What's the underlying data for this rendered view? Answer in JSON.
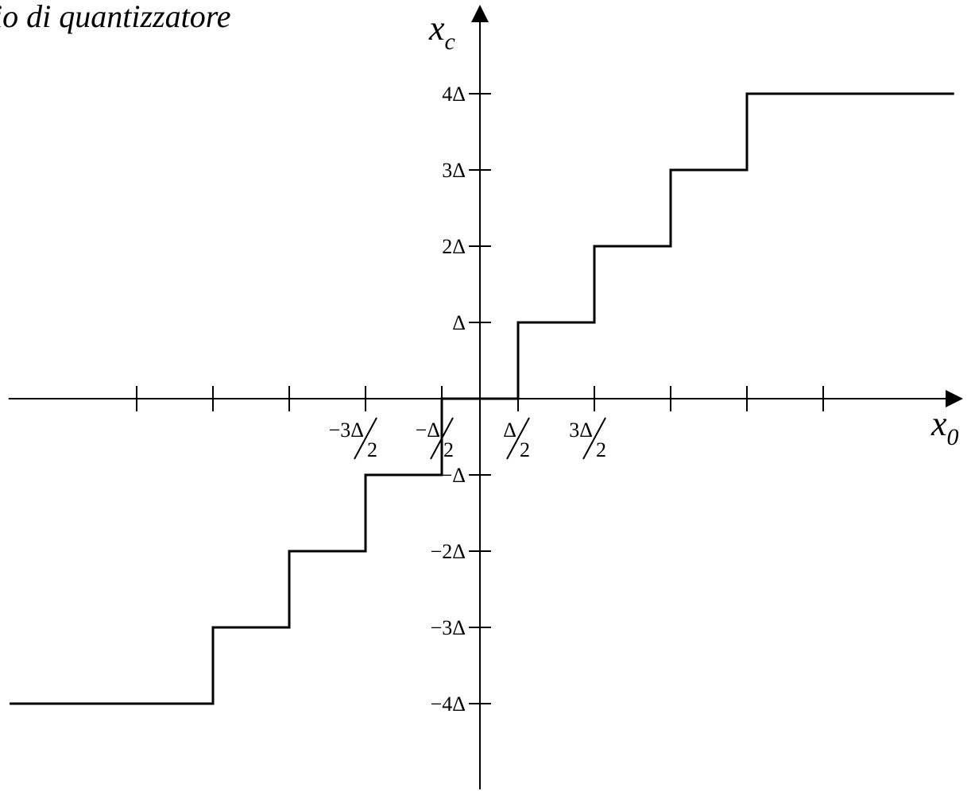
{
  "chart_data": {
    "type": "line",
    "title": "io di quantizzatore",
    "xlabel": {
      "base": "x",
      "sub": "0"
    },
    "ylabel": {
      "base": "x",
      "sub": "c"
    },
    "unit_symbol": "Δ",
    "xlim": [
      -6.2,
      6.2
    ],
    "ylim": [
      -5.2,
      5.2
    ],
    "x_ticks": [
      -4.5,
      -3.5,
      -2.5,
      -1.5,
      -0.5,
      0.5,
      1.5,
      2.5,
      3.5,
      4.5
    ],
    "x_tick_labels": [
      {
        "x": -1.5,
        "num": "−3Δ",
        "den": "2"
      },
      {
        "x": -0.5,
        "num": "−Δ",
        "den": "2"
      },
      {
        "x": 0.5,
        "num": "Δ",
        "den": "2"
      },
      {
        "x": 1.5,
        "num": "3Δ",
        "den": "2"
      }
    ],
    "y_ticks": [
      {
        "y": 4,
        "label": "4Δ"
      },
      {
        "y": 3,
        "label": "3Δ"
      },
      {
        "y": 2,
        "label": "2Δ"
      },
      {
        "y": 1,
        "label": "Δ"
      },
      {
        "y": -1,
        "label": "−Δ"
      },
      {
        "y": -2,
        "label": "−2Δ"
      },
      {
        "y": -3,
        "label": "−3Δ"
      },
      {
        "y": -4,
        "label": "−4Δ"
      }
    ],
    "series": [
      {
        "steps": [
          {
            "x0": -6.15,
            "x1": -3.5,
            "y": -4
          },
          {
            "x0": -3.5,
            "x1": -2.5,
            "y": -3
          },
          {
            "x0": -2.5,
            "x1": -1.5,
            "y": -2
          },
          {
            "x0": -1.5,
            "x1": -0.5,
            "y": -1
          },
          {
            "x0": -0.5,
            "x1": 0.5,
            "y": 0
          },
          {
            "x0": 0.5,
            "x1": 1.5,
            "y": 1
          },
          {
            "x0": 1.5,
            "x1": 2.5,
            "y": 2
          },
          {
            "x0": 2.5,
            "x1": 3.5,
            "y": 3
          },
          {
            "x0": 3.5,
            "x1": 6.2,
            "y": 4
          }
        ]
      }
    ],
    "grid": false,
    "line_color": "#000000"
  }
}
